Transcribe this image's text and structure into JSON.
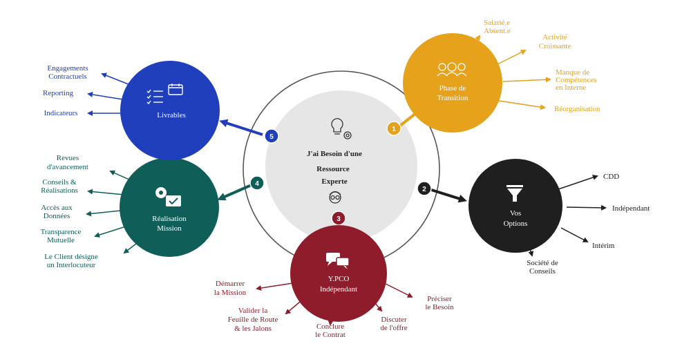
{
  "colors": {
    "orange": "#E5A21A",
    "black": "#1F1F1F",
    "red": "#8E1C2B",
    "teal": "#0F5E58",
    "blue": "#1F3FBD",
    "center_fill": "#E6E6E6",
    "ring": "#555555"
  },
  "center": {
    "line1": "J'ai Besoin d'une",
    "line2": "Ressource",
    "line3": "Experte",
    "top_icon": "lightbulb-gear-icon",
    "bottom_icon": "expert-person-icon"
  },
  "nodes": {
    "transition": {
      "number": "1",
      "title_line1": "Phase de",
      "title_line2": "Transition",
      "icon": "group-idea-icon",
      "items": [
        {
          "l1": "Salarié.e",
          "l2": "Absent.e"
        },
        {
          "l1": "Activité",
          "l2": "Croissante"
        },
        {
          "l1": "Manque de",
          "l2": "Compétences",
          "l3": "en Interne"
        },
        {
          "l1": "Réorganisation"
        }
      ]
    },
    "options": {
      "number": "2",
      "title_line1": "Vos",
      "title_line2": "Options",
      "icon": "filter-funnel-icon",
      "items": [
        {
          "l1": "CDD"
        },
        {
          "l1": "Indépendant"
        },
        {
          "l1": "Intérim"
        },
        {
          "l1": "Société de",
          "l2": "Conseils"
        }
      ]
    },
    "ypco": {
      "number": "3",
      "title_line1": "Y.PCO",
      "title_line2": "Indépendant",
      "icon": "chat-bubbles-icon",
      "items": [
        {
          "l1": "Démarrer",
          "l2": "la Mission"
        },
        {
          "l1": "Valider  la",
          "l2": "Feuille de Route",
          "l3": "& les Jalons"
        },
        {
          "l1": "Conclure",
          "l2": "le Contrat"
        },
        {
          "l1": "Discuter",
          "l2": "de l'offre"
        },
        {
          "l1": "Préciser",
          "l2": "le Besoin"
        }
      ]
    },
    "realisation": {
      "number": "4",
      "title_line1": "Réalisation",
      "title_line2": "Mission",
      "icon": "gears-check-icon",
      "items": [
        {
          "l1": "Revues",
          "l2": "d'avancement"
        },
        {
          "l1": "Conseils &",
          "l2": "Réalisations"
        },
        {
          "l1": "Accès aux",
          "l2": "Données"
        },
        {
          "l1": "Transparence",
          "l2": "Mutuelle"
        },
        {
          "l1": "Le Client désigne",
          "l2": "un Interlocuteur"
        }
      ]
    },
    "livrables": {
      "number": "5",
      "title_line1": "Livrables",
      "icon": "checklist-calendar-icon",
      "items": [
        {
          "l1": "Engagements",
          "l2": "Contractuels"
        },
        {
          "l1": "Reporting"
        },
        {
          "l1": "Indicateurs"
        }
      ]
    }
  }
}
